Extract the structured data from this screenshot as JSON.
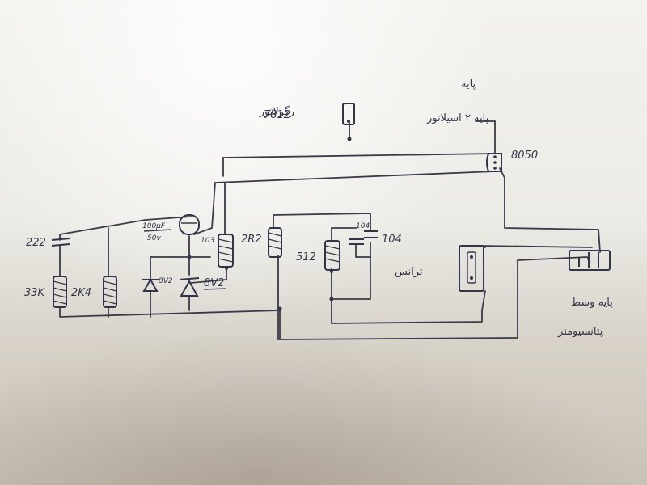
{
  "labels": {
    "c_222": "222",
    "r_33k": "33K",
    "r_2k4": "2K4",
    "cap_electrolytic_value": "100µF",
    "cap_electrolytic_voltage": "50v",
    "zener_left": "8V2",
    "zener_right": "8V2",
    "r_103": "103",
    "r_2r2": "2R2",
    "r_512": "512",
    "c_104_a": "104",
    "c_104_b": "104",
    "transistor_8050": "8050",
    "regulator_7812": "7812",
    "regulator_fa": "رگولاتور",
    "pin_top_fa": "پایه ۲ اسیلاتور",
    "pin_top_fa_scribble": "پایه‌‌‌‌‌‌",
    "transformer_fa": "ترانس",
    "pin_mid_fa": "پایه وسط",
    "pot_fa": "پتانسیومتر"
  }
}
